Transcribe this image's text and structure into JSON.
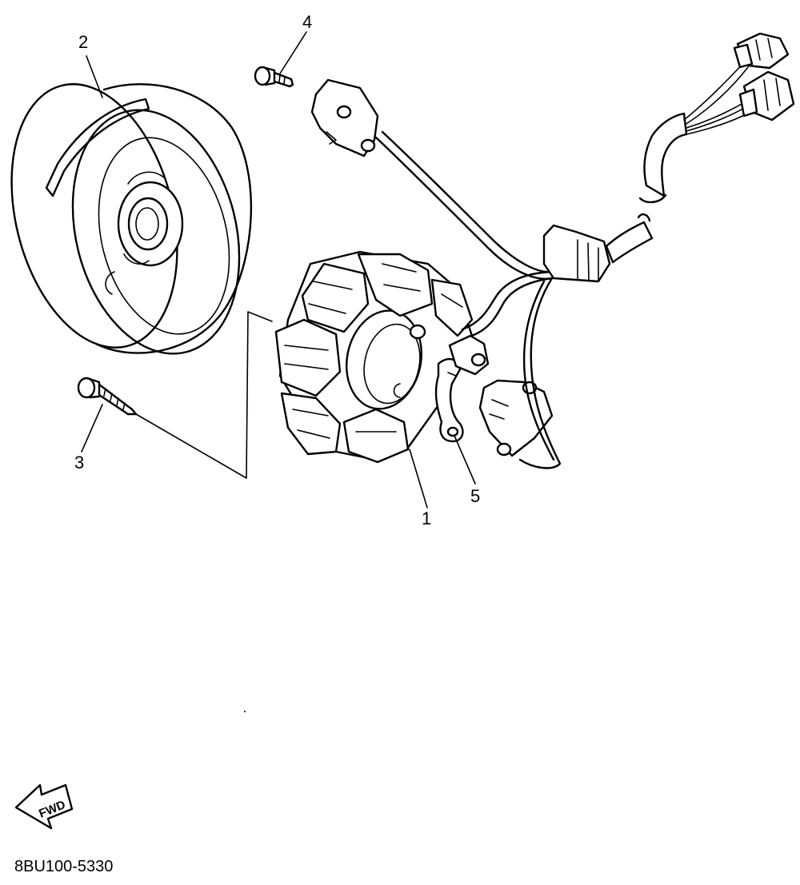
{
  "diagram": {
    "code": "8BU100-5330",
    "fwd_label": "FWD",
    "callouts": [
      {
        "id": "1",
        "label": "1"
      },
      {
        "id": "2",
        "label": "2"
      },
      {
        "id": "3",
        "label": "3"
      },
      {
        "id": "4",
        "label": "4"
      },
      {
        "id": "5",
        "label": "5"
      }
    ]
  }
}
